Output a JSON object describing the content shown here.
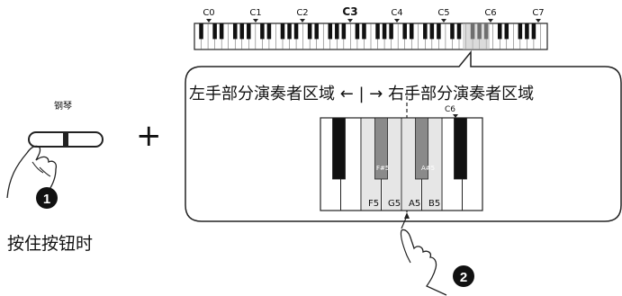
{
  "keyboard_labels": [
    "C0",
    "C1",
    "C2",
    "C3",
    "C4",
    "C5",
    "C6",
    "C7"
  ],
  "piano_label": "钢琴",
  "hold_instruction": "按住按钮时",
  "split_text": "左手部分演奏者区域 ← | → 右手部分演奏者区域",
  "plus": "+",
  "zoom_top_label": "C6",
  "white_key_labels": [
    "F5",
    "G5",
    "A5",
    "B5"
  ],
  "black_key_labels": [
    "F#5",
    "A#5"
  ],
  "step_numbers": [
    "1",
    "2"
  ]
}
